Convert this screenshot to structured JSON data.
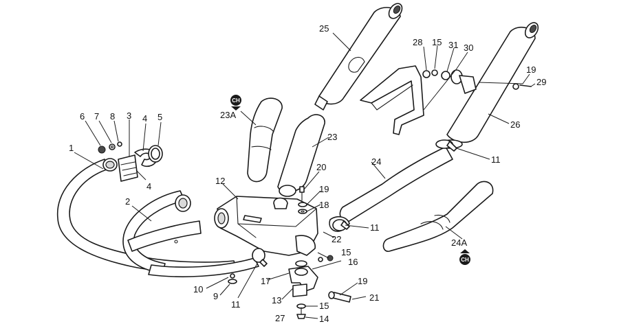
{
  "callouts": [
    {
      "id": "c1",
      "label": "1"
    },
    {
      "id": "c2",
      "label": "2"
    },
    {
      "id": "c3",
      "label": "3"
    },
    {
      "id": "c4a",
      "label": "4"
    },
    {
      "id": "c4b",
      "label": "4"
    },
    {
      "id": "c5",
      "label": "5"
    },
    {
      "id": "c6",
      "label": "6"
    },
    {
      "id": "c7",
      "label": "7"
    },
    {
      "id": "c8",
      "label": "8"
    },
    {
      "id": "c9",
      "label": "9"
    },
    {
      "id": "c10",
      "label": "10"
    },
    {
      "id": "c11a",
      "label": "11"
    },
    {
      "id": "c11b",
      "label": "11"
    },
    {
      "id": "c11c",
      "label": "11"
    },
    {
      "id": "c12",
      "label": "12"
    },
    {
      "id": "c13",
      "label": "13"
    },
    {
      "id": "c14",
      "label": "14"
    },
    {
      "id": "c15a",
      "label": "15"
    },
    {
      "id": "c15b",
      "label": "15"
    },
    {
      "id": "c15c",
      "label": "15"
    },
    {
      "id": "c16",
      "label": "16"
    },
    {
      "id": "c17",
      "label": "17"
    },
    {
      "id": "c18",
      "label": "18"
    },
    {
      "id": "c19a",
      "label": "19"
    },
    {
      "id": "c19b",
      "label": "19"
    },
    {
      "id": "c19c",
      "label": "19"
    },
    {
      "id": "c20",
      "label": "20"
    },
    {
      "id": "c21",
      "label": "21"
    },
    {
      "id": "c22",
      "label": "22"
    },
    {
      "id": "c23",
      "label": "23"
    },
    {
      "id": "c23a",
      "label": "23A"
    },
    {
      "id": "c24",
      "label": "24"
    },
    {
      "id": "c24a",
      "label": "24A"
    },
    {
      "id": "c25",
      "label": "25"
    },
    {
      "id": "c26",
      "label": "26"
    },
    {
      "id": "c27",
      "label": "27"
    },
    {
      "id": "c28",
      "label": "28"
    },
    {
      "id": "c29",
      "label": "29"
    },
    {
      "id": "c30",
      "label": "30"
    },
    {
      "id": "c31",
      "label": "31"
    }
  ],
  "markers": [
    {
      "id": "ch1",
      "label": "CH"
    },
    {
      "id": "ch2",
      "label": "CH"
    }
  ]
}
